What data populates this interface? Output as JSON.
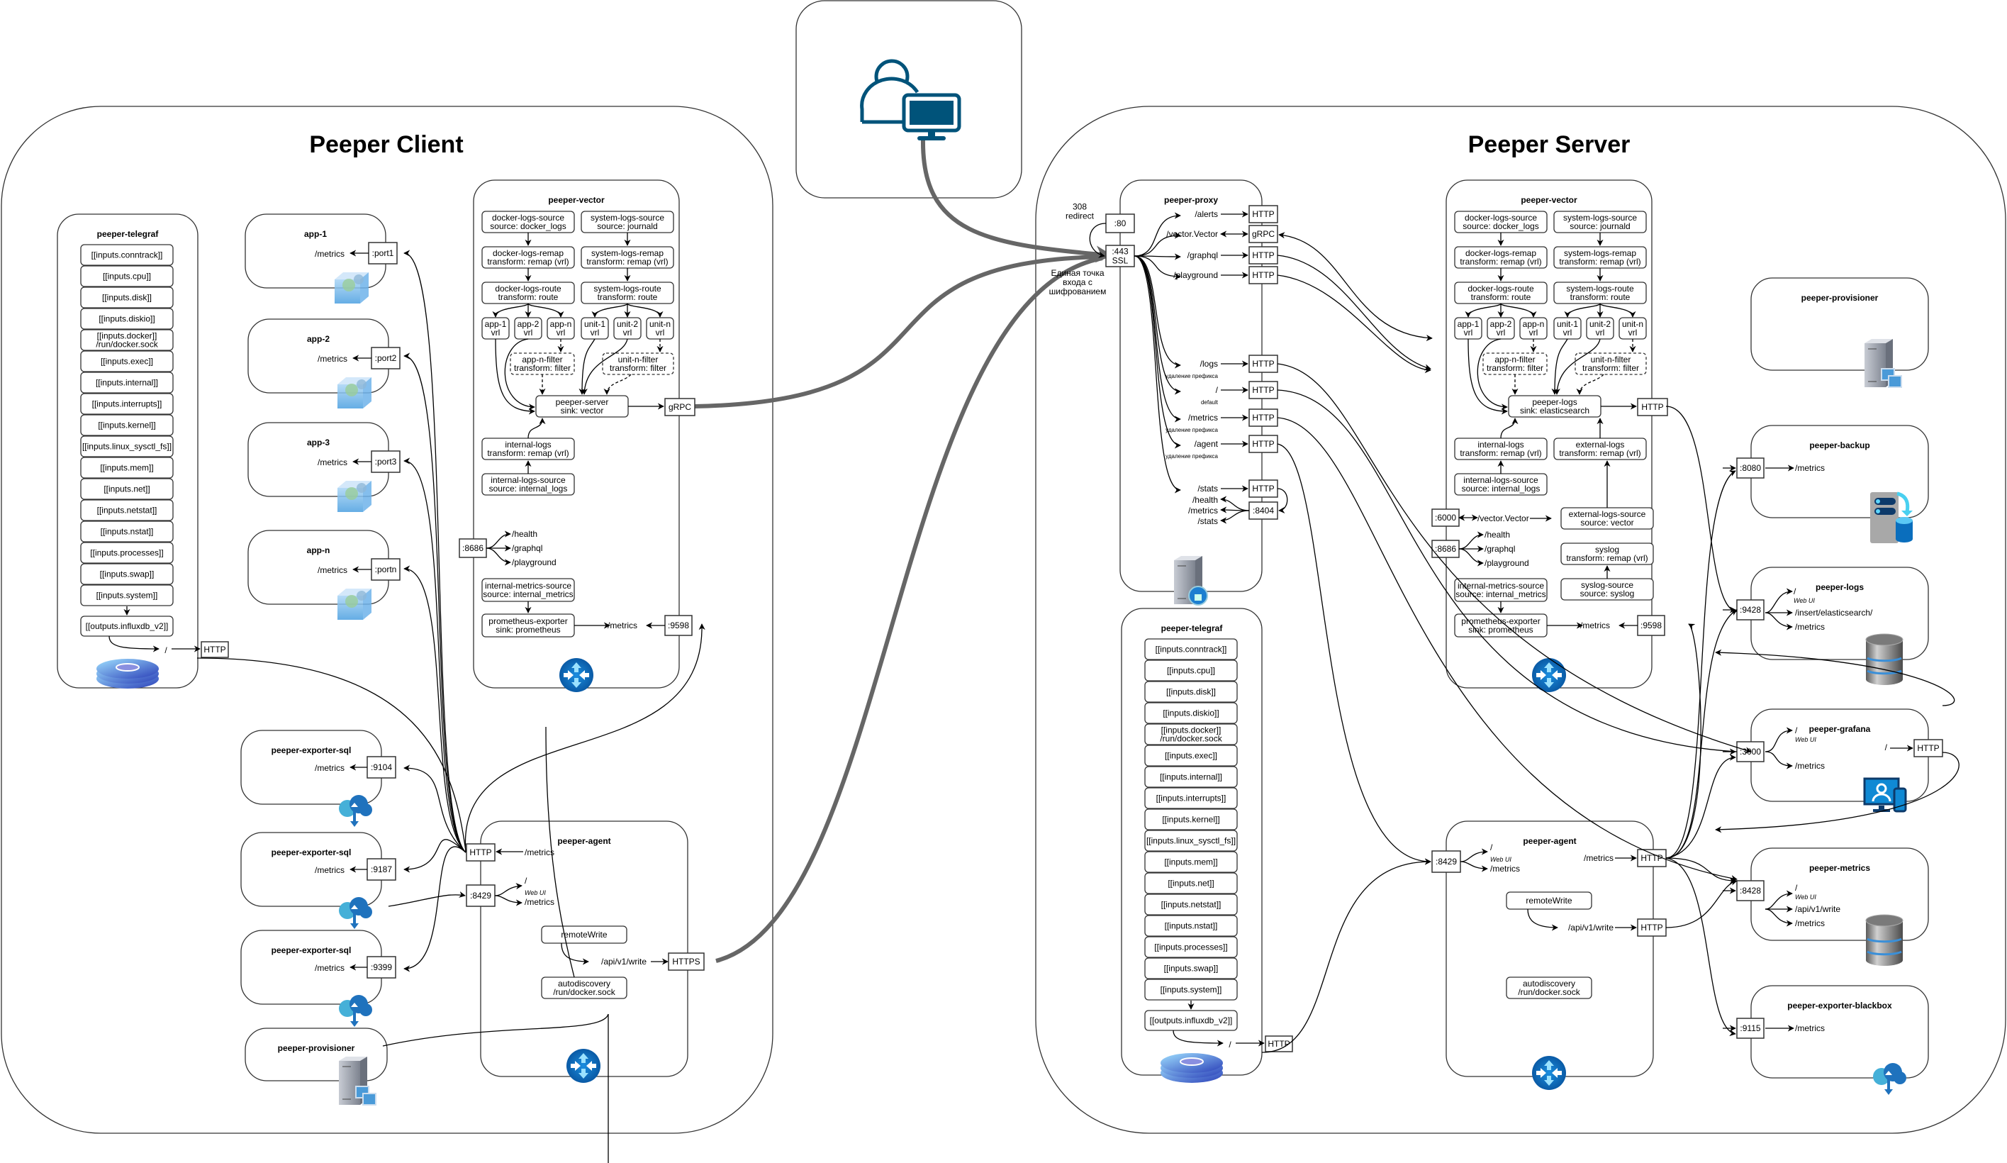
{
  "client": {
    "title": "Peeper Client",
    "telegraf": {
      "title": "peeper-telegraf",
      "inputs": [
        "[[inputs.conntrack]]",
        "[[inputs.cpu]]",
        "[[inputs.disk]]",
        "[[inputs.diskio]]",
        "[[inputs.docker]]\n/run/docker.sock",
        "[[inputs.exec]]",
        "[[inputs.internal]]",
        "[[inputs.interrupts]]",
        "[[inputs.kernel]]",
        "[[inputs.linux_sysctl_fs]]",
        "[[inputs.mem]]",
        "[[inputs.net]]",
        "[[inputs.netstat]]",
        "[[inputs.nstat]]",
        "[[inputs.processes]]",
        "[[inputs.swap]]",
        "[[inputs.system]]"
      ],
      "output": "[[outputs.influxdb_v2]]",
      "route": "/",
      "port": "HTTP"
    },
    "apps": [
      {
        "title": "app-1",
        "endpoint": "/metrics",
        "port": ":port1"
      },
      {
        "title": "app-2",
        "endpoint": "/metrics",
        "port": ":port2"
      },
      {
        "title": "app-3",
        "endpoint": "/metrics",
        "port": ":port3"
      },
      {
        "title": "app-n",
        "endpoint": "/metrics",
        "port": ":portn"
      }
    ],
    "exporters": [
      {
        "title": "peeper-exporter-sql",
        "endpoint": "/metrics",
        "port": ":9104"
      },
      {
        "title": "peeper-exporter-sql",
        "endpoint": "/metrics",
        "port": ":9187"
      },
      {
        "title": "peeper-exporter-sql",
        "endpoint": "/metrics",
        "port": ":9399"
      }
    ],
    "provisioner": {
      "title": "peeper-provisioner"
    },
    "vector": {
      "title": "peeper-vector",
      "docker_source": "docker-logs-source\nsource: docker_logs",
      "system_source": "system-logs-source\nsource: journald",
      "docker_remap": "docker-logs-remap\ntransform: remap (vrl)",
      "system_remap": "system-logs-remap\ntransform: remap (vrl)",
      "docker_route": "docker-logs-route\ntransform: route",
      "system_route": "system-logs-route\ntransform: route",
      "vrls": [
        "app-1\nvrl",
        "app-2\nvrl",
        "app-n\nvrl",
        "unit-1\nvrl",
        "unit-2\nvrl",
        "unit-n\nvrl"
      ],
      "app_filter": "app-n-filter\ntransform: filter",
      "unit_filter": "unit-n-filter\ntransform: filter",
      "sink": "peeper-server\nsink: vector",
      "sink_port": "gRPC",
      "internal_logs": "internal-logs\ntransform: remap (vrl)",
      "internal_logs_source": "internal-logs-source\nsource: internal_logs",
      "api_port": ":8686",
      "api_routes": [
        "/health",
        "/graphql",
        "/playground"
      ],
      "metrics_source": "internal-metrics-source\nsource: internal_metrics",
      "prom_exporter": "prometheus-exporter\nsink: prometheus",
      "metrics_route": "/metrics",
      "metrics_port": ":9598"
    },
    "agent": {
      "title": "peeper-agent",
      "http_port": "HTTP",
      "metrics_route": "/metrics",
      "ui_port": ":8429",
      "ui_routes": [
        "/",
        "Web UI",
        "/metrics"
      ],
      "remote_write": "remoteWrite",
      "write_route": "/api/v1/write",
      "https_port": "HTTPS",
      "autodiscovery": "autodiscovery\n/run/docker.sock"
    }
  },
  "user": {
    "icon": "user-computer-icon"
  },
  "server": {
    "title": "Peeper Server",
    "proxy": {
      "title": "peeper-proxy",
      "redirect_label": "308\nredirect",
      "port_http": ":80",
      "port_ssl": ":443\nSSL",
      "entry_label": "Единая точка\nвхода с\nшифрованием",
      "routes": [
        {
          "path": "/alerts",
          "note": "",
          "port": "HTTP"
        },
        {
          "path": "/vector.Vector",
          "note": "",
          "port": "gRPC"
        },
        {
          "path": "/graphql",
          "note": "",
          "port": "HTTP"
        },
        {
          "path": "/playground",
          "note": "",
          "port": "HTTP"
        },
        {
          "path": "/logs",
          "note": "удаление префикса",
          "port": "HTTP"
        },
        {
          "path": "/",
          "note": "default",
          "port": "HTTP"
        },
        {
          "path": "/metrics",
          "note": "удаление префикса",
          "port": "HTTP"
        },
        {
          "path": "/agent",
          "note": "удаление префикса",
          "port": "HTTP"
        },
        {
          "path": "/stats",
          "note": "",
          "port": "HTTP"
        }
      ],
      "stats_port": ":8404",
      "stats_routes": [
        "/health",
        "/metrics",
        "/stats"
      ]
    },
    "telegraf": {
      "title": "peeper-telegraf",
      "inputs": [
        "[[inputs.conntrack]]",
        "[[inputs.cpu]]",
        "[[inputs.disk]]",
        "[[inputs.diskio]]",
        "[[inputs.docker]]\n/run/docker.sock",
        "[[inputs.exec]]",
        "[[inputs.internal]]",
        "[[inputs.interrupts]]",
        "[[inputs.kernel]]",
        "[[inputs.linux_sysctl_fs]]",
        "[[inputs.mem]]",
        "[[inputs.net]]",
        "[[inputs.netstat]]",
        "[[inputs.nstat]]",
        "[[inputs.processes]]",
        "[[inputs.swap]]",
        "[[inputs.system]]"
      ],
      "output": "[[outputs.influxdb_v2]]",
      "route": "/",
      "port": "HTTP"
    },
    "vector": {
      "title": "peeper-vector",
      "docker_source": "docker-logs-source\nsource: docker_logs",
      "system_source": "system-logs-source\nsource: journald",
      "docker_remap": "docker-logs-remap\ntransform: remap (vrl)",
      "system_remap": "system-logs-remap\ntransform: remap (vrl)",
      "docker_route": "docker-logs-route\ntransform: route",
      "system_route": "system-logs-route\ntransform: route",
      "vrls": [
        "app-1\nvrl",
        "app-2\nvrl",
        "app-n\nvrl",
        "unit-1\nvrl",
        "unit-2\nvrl",
        "unit-n\nvrl"
      ],
      "app_filter": "app-n-filter\ntransform: filter",
      "unit_filter": "unit-n-filter\ntransform: filter",
      "sink": "peeper-logs\nsink: elasticsearch",
      "sink_port": "HTTP",
      "internal_logs": "internal-logs\ntransform: remap (vrl)",
      "external_logs": "external-logs\ntransform: remap (vrl)",
      "internal_logs_source": "internal-logs-source\nsource: internal_logs",
      "vector_port": ":6000",
      "vector_route": "/vector.Vector",
      "external_source": "external-logs-source\nsource: vector",
      "api_port": ":8686",
      "api_routes": [
        "/health",
        "/graphql",
        "/playground"
      ],
      "syslog": "syslog\ntransform: remap (vrl)",
      "syslog_source": "syslog-source\nsource: syslog",
      "metrics_source": "internal-metrics-source\nsource: internal_metrics",
      "prom_exporter": "prometheus-exporter\nsink: prometheus",
      "metrics_route": "/metrics",
      "metrics_port": ":9598"
    },
    "agent": {
      "title": "peeper-agent",
      "ui_port": ":8429",
      "ui_routes": [
        "/",
        "Web UI",
        "/metrics"
      ],
      "metrics_route": "/metrics",
      "http_port": "HTTP",
      "remote_write": "remoteWrite",
      "write_route": "/api/v1/write",
      "write_port": "HTTP",
      "autodiscovery": "autodiscovery\n/run/docker.sock"
    },
    "provisioner": {
      "title": "peeper-provisioner"
    },
    "backup": {
      "title": "peeper-backup",
      "port": ":8080",
      "routes": [
        "/metrics"
      ]
    },
    "logs": {
      "title": "peeper-logs",
      "port": ":9428",
      "routes": [
        "/",
        "Web UI",
        "/insert/elasticsearch/",
        "/metrics"
      ]
    },
    "grafana": {
      "title": "peeper-grafana",
      "port": ":3000",
      "routes": [
        "/",
        "Web UI",
        "/metrics"
      ],
      "out_route": "/",
      "out_port": "HTTP"
    },
    "metrics": {
      "title": "peeper-metrics",
      "port": ":8428",
      "routes": [
        "/",
        "Web UI",
        "/api/v1/write",
        "/metrics"
      ]
    },
    "blackbox": {
      "title": "peeper-exporter-blackbox",
      "port": ":9115",
      "routes": [
        "/metrics"
      ]
    }
  },
  "colors": {
    "accent_blue": "#0a6ebd",
    "user_icon": "#00537a",
    "thick_link": "#666666"
  }
}
